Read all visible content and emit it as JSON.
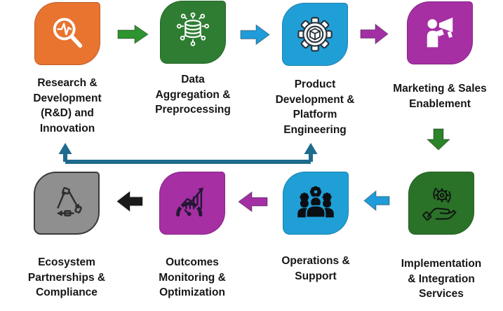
{
  "diagram": {
    "nodes": [
      {
        "label": "Research &\nDevelopment\n(R&D) and\nInnovation",
        "color": "#E8742F",
        "icon": "magnifier-pulse-icon"
      },
      {
        "label": "Data\nAggregation &\nPreprocessing",
        "color": "#2E7D32",
        "icon": "database-network-icon"
      },
      {
        "label": "Product\nDevelopment &\nPlatform\nEngineering",
        "color": "#209FD6",
        "icon": "gear-cube-icon"
      },
      {
        "label": "Marketing & Sales\nEnablement",
        "color": "#A52FA3",
        "icon": "megaphone-person-icon"
      },
      {
        "label": "Implementation\n& Integration\nServices",
        "color": "#2B7229",
        "icon": "hand-gear-icon"
      },
      {
        "label": "Operations &\nSupport",
        "color": "#209FD6",
        "icon": "team-gears-icon"
      },
      {
        "label": "Outcomes\nMonitoring &\nOptimization",
        "color": "#A52FA3",
        "icon": "gauge-growth-icon"
      },
      {
        "label": "Ecosystem\nPartnerships &\nCompliance",
        "color": "#8F8F8F",
        "icon": "recycle-hands-icon"
      }
    ],
    "arrows": [
      {
        "from": "Research & Development (R&D) and Innovation",
        "to": "Data Aggregation & Preprocessing",
        "direction": "right",
        "color": "#2E9430"
      },
      {
        "from": "Data Aggregation & Preprocessing",
        "to": "Product Development & Platform Engineering",
        "direction": "right",
        "color": "#1F9CD9"
      },
      {
        "from": "Product Development & Platform Engineering",
        "to": "Marketing & Sales Enablement",
        "direction": "right",
        "color": "#A32FA5"
      },
      {
        "from": "Marketing & Sales Enablement",
        "to": "Implementation & Integration Services",
        "direction": "down",
        "color": "#2B8428"
      },
      {
        "from": "Implementation & Integration Services",
        "to": "Operations & Support",
        "direction": "left",
        "color": "#1F9CD9"
      },
      {
        "from": "Operations & Support",
        "to": "Outcomes Monitoring & Optimization",
        "direction": "left",
        "color": "#A32FA5"
      },
      {
        "from": "Outcomes Monitoring & Optimization",
        "to": "Ecosystem Partnerships & Compliance",
        "direction": "left",
        "color": "#1A1A1A"
      }
    ],
    "feedback_connector": {
      "color": "#1E6B8E",
      "points_to": [
        "Research & Development (R&D) and Innovation",
        "Product Development & Platform Engineering"
      ]
    },
    "text_color": "#161616"
  }
}
